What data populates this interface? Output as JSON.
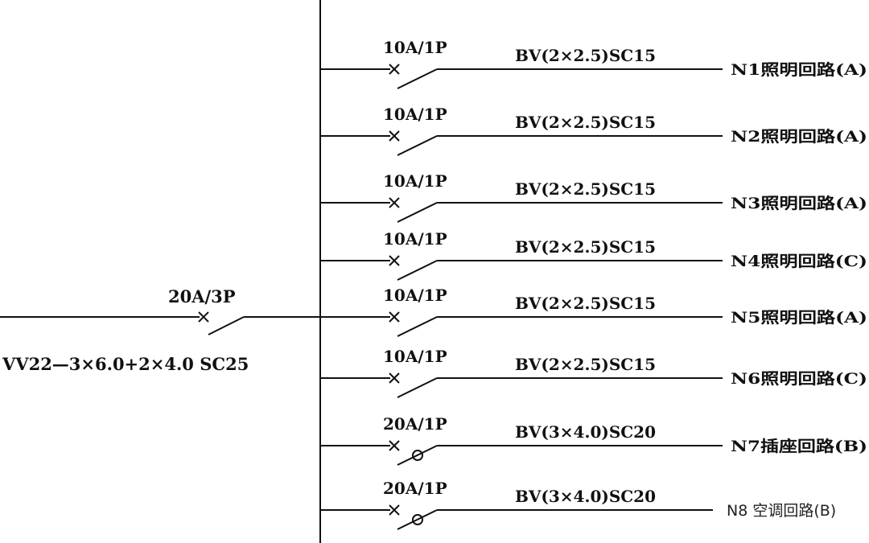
{
  "incoming": {
    "breaker": "20A/3P",
    "cable": "VV22—3×6.0+2×4.0 SC25"
  },
  "circuits": [
    {
      "breaker": "10A/1P",
      "cable": "BV(2×2.5)SC15",
      "name": "N1照明回路(A)",
      "rcd": false,
      "style": "bold"
    },
    {
      "breaker": "10A/1P",
      "cable": "BV(2×2.5)SC15",
      "name": "N2照明回路(A)",
      "rcd": false,
      "style": "bold"
    },
    {
      "breaker": "10A/1P",
      "cable": "BV(2×2.5)SC15",
      "name": "N3照明回路(A)",
      "rcd": false,
      "style": "bold"
    },
    {
      "breaker": "10A/1P",
      "cable": "BV(2×2.5)SC15",
      "name": "N4照明回路(C)",
      "rcd": false,
      "style": "bold"
    },
    {
      "breaker": "10A/1P",
      "cable": "BV(2×2.5)SC15",
      "name": "N5照明回路(A)",
      "rcd": false,
      "style": "bold"
    },
    {
      "breaker": "10A/1P",
      "cable": "BV(2×2.5)SC15",
      "name": "N6照明回路(C)",
      "rcd": false,
      "style": "bold"
    },
    {
      "breaker": "20A/1P",
      "cable": "BV(3×4.0)SC20",
      "name": "N7插座回路(B)",
      "rcd": true,
      "style": "bold"
    },
    {
      "breaker": "20A/1P",
      "cable": "BV(3×4.0)SC20",
      "name": "N8 空调回路(B)",
      "rcd": true,
      "style": "plain"
    }
  ]
}
